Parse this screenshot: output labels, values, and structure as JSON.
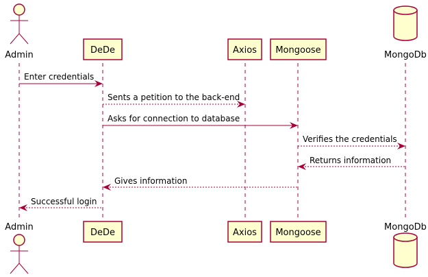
{
  "participants": {
    "admin": "Admin",
    "dede": "DeDe",
    "axios": "Axios",
    "mongoose": "Mongoose",
    "mongodb": "MongoDb"
  },
  "messages": [
    {
      "text": "Enter credentials",
      "style": "solid"
    },
    {
      "text": "Sents a petition to the back-end",
      "style": "dashed"
    },
    {
      "text": "Asks for connection to database",
      "style": "solid"
    },
    {
      "text": "Verifies the credentials",
      "style": "dashed"
    },
    {
      "text": "Returns information",
      "style": "dashed"
    },
    {
      "text": "Gives information",
      "style": "dashed"
    },
    {
      "text": "Successful login",
      "style": "dashed"
    }
  ],
  "colors": {
    "border": "#A80036",
    "fill": "#FEFECE"
  }
}
